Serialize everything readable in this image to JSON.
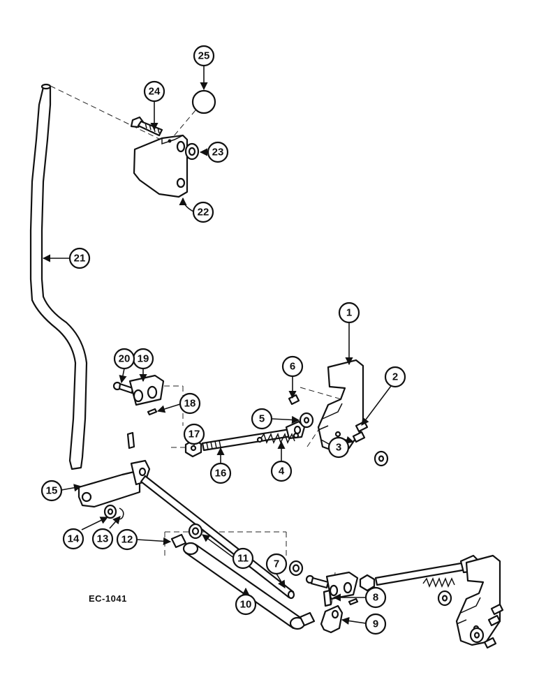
{
  "diagram": {
    "doc_code": "EC-1041",
    "callouts": [
      "1",
      "2",
      "3",
      "4",
      "5",
      "6",
      "7",
      "8",
      "9",
      "10",
      "11",
      "12",
      "13",
      "14",
      "15",
      "16",
      "17",
      "18",
      "19",
      "20",
      "21",
      "22",
      "23",
      "24",
      "25"
    ]
  },
  "colors": {
    "ink": "#111111",
    "paper": "#ffffff"
  }
}
